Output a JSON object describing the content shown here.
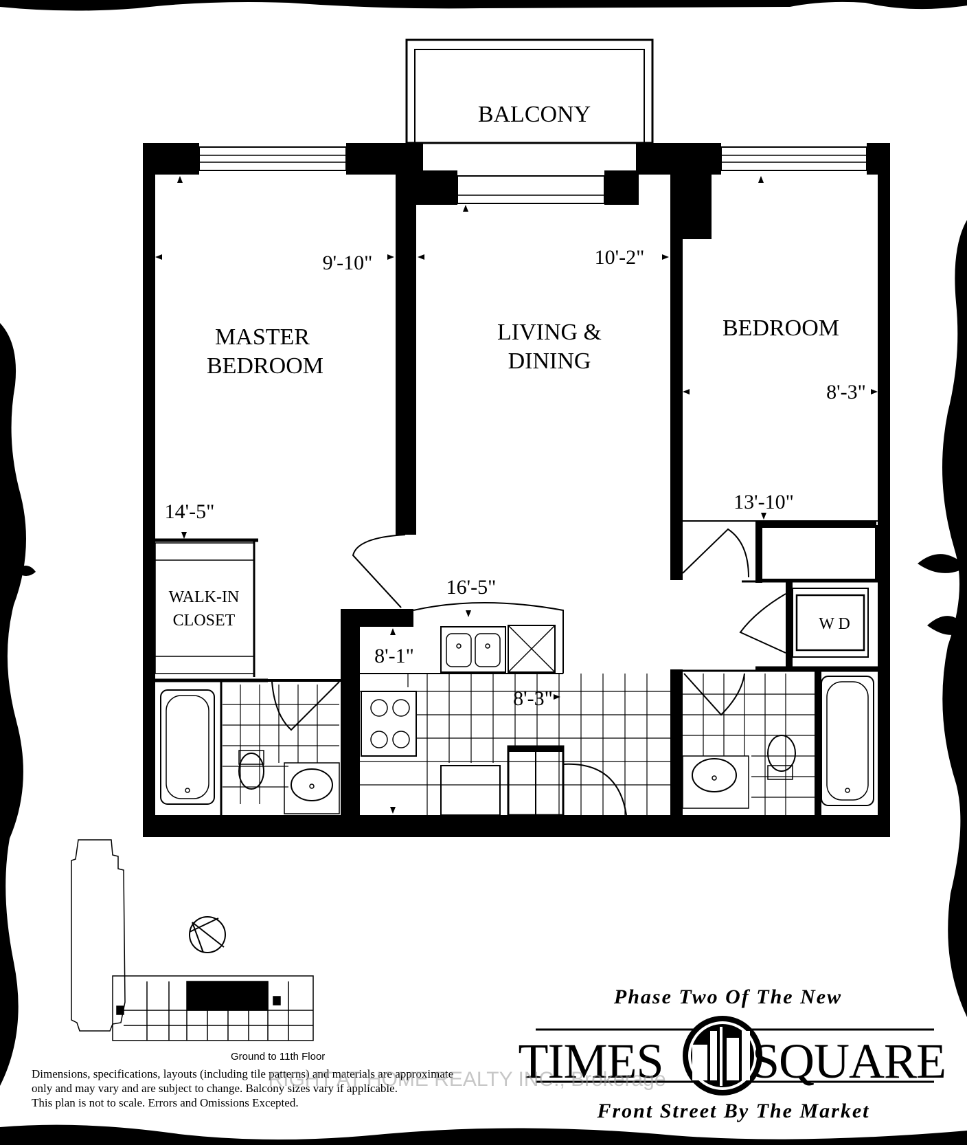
{
  "rooms": {
    "balcony": "BALCONY",
    "master_line1": "MASTER",
    "master_line2": "BEDROOM",
    "living_line1": "LIVING &",
    "living_line2": "DINING",
    "bedroom": "BEDROOM",
    "walkin_line1": "WALK-IN",
    "walkin_line2": "CLOSET",
    "laundry": "W D"
  },
  "dimensions": {
    "master_width": "9'-10\"",
    "master_length": "14'-5\"",
    "living_width": "10'-2\"",
    "living_length": "16'-5\"",
    "bedroom_width": "8'-3\"",
    "bedroom_length": "13'-10\"",
    "kitchen_width": "8'-1\"",
    "kitchen_length": "8'-3\""
  },
  "keyplan": {
    "floor_label": "Ground to 11th Floor"
  },
  "disclaimer": {
    "line1": "Dimensions, specifications, layouts (including tile patterns) and materials are approximate",
    "line2": "only and may vary and are subject to change. Balcony sizes vary if applicable.",
    "line3": "This plan is not to scale. Errors and Omissions Excepted."
  },
  "branding": {
    "tagline_top": "Phase Two Of The New",
    "brand_left": "TIMES",
    "brand_right": "SQUARE",
    "tagline_bottom": "Front Street By The Market",
    "watermark": "RIGHT AT HOME REALTY INC., Brokerage"
  }
}
